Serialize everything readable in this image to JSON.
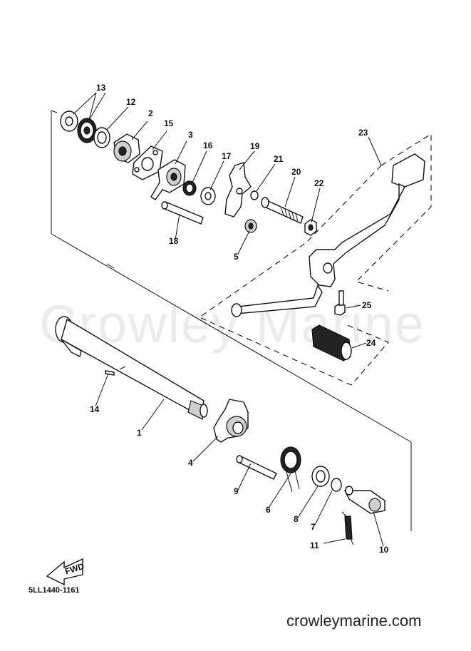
{
  "watermark_text": "Crowley Marine",
  "drawing_code": "5LL1440-1161",
  "website": "crowleymarine.com",
  "fwd_label": "FWD",
  "callouts": {
    "c1": "1",
    "c2": "2",
    "c3": "3",
    "c4": "4",
    "c5": "5",
    "c6": "6",
    "c7": "7",
    "c8": "8",
    "c9": "9",
    "c10": "10",
    "c11": "11",
    "c12": "12",
    "c13": "13",
    "c14": "14",
    "c15": "15",
    "c16": "16",
    "c17": "17",
    "c18": "18",
    "c19": "19",
    "c20": "20",
    "c21": "21",
    "c22": "22",
    "c23": "23",
    "c24": "24",
    "c25": "25"
  }
}
